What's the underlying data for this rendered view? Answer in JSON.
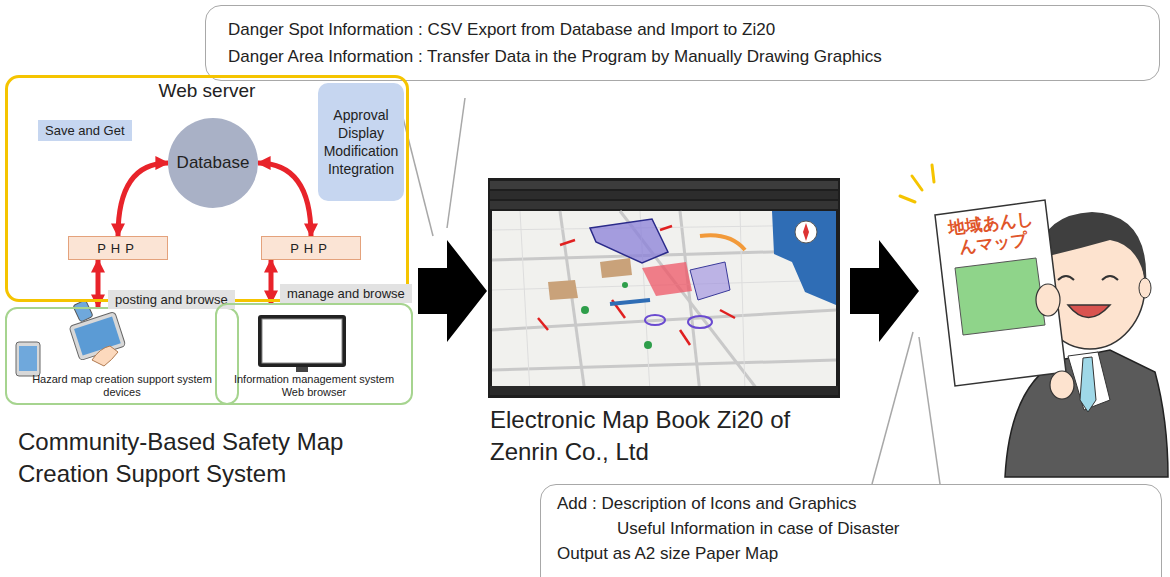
{
  "diagram": {
    "nodes": [
      {
        "text": [
          "Danger Spot Information : CSV Export from Database and Import to Zi20",
          "Danger Area Information : Transfer Data in the Program by Manually Drawing Graphics"
        ]
      },
      {
        "text": [
          "Web server"
        ]
      },
      {
        "text": [
          "Save and Get"
        ],
        "in": 1
      },
      {
        "text": [
          "Database"
        ],
        "in": 1
      },
      {
        "text": [
          "Approval Display Modification Integration"
        ],
        "in": 1
      },
      {
        "text": [
          "PHP"
        ],
        "in": 1
      },
      {
        "text": [
          "PHP"
        ],
        "in": 1
      },
      {
        "text": [
          "Hazard map creation support system devices"
        ]
      },
      {
        "text": [
          "posting and browse"
        ],
        "in": 7
      },
      {
        "text": [
          "Information management system Web browser"
        ]
      },
      {
        "text": [
          "manage and browse"
        ],
        "in": 9
      },
      {
        "text": [
          "Add : Description of Icons and Graphics",
          "Useful Information in case of Disaster",
          "Output as A2 size Paper Map"
        ]
      }
    ],
    "edges": [
      {
        "from": 5,
        "to": 3,
        "arrow": "both"
      },
      {
        "from": 3,
        "to": 6,
        "arrow": "both"
      },
      {
        "from": 5,
        "to": 7,
        "arrow": "both"
      },
      {
        "from": 6,
        "to": 9,
        "arrow": "both"
      }
    ],
    "labels": [
      "Community-Based Safety Map Creation Support System",
      "Electronic Map Book Zi20 of Zenrin Co., Ltd",
      "地域あんしんマップ"
    ]
  }
}
